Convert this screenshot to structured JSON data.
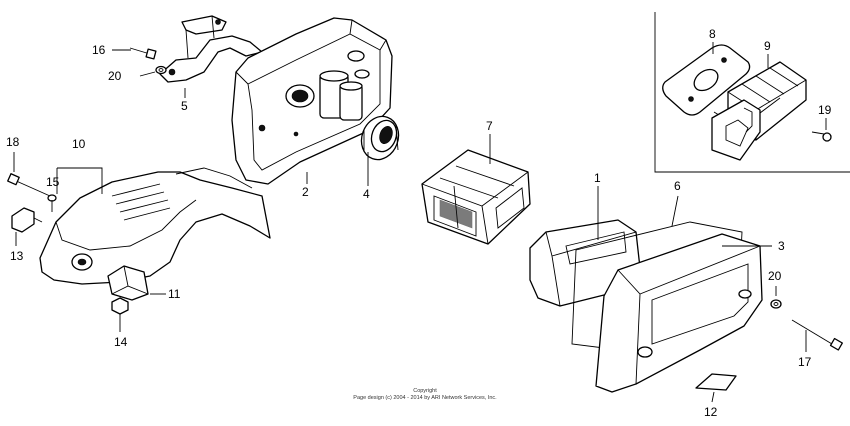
{
  "part_numbers": {
    "p1": "1",
    "p2": "2",
    "p3": "3",
    "p4": "4",
    "p5": "5",
    "p6": "6",
    "p7": "7",
    "p8": "8",
    "p9": "9",
    "p10": "10",
    "p11": "11",
    "p12": "12",
    "p13": "13",
    "p14": "14",
    "p15": "15",
    "p16": "16",
    "p17": "17",
    "p18": "18",
    "p19": "19",
    "p20a": "20",
    "p20b": "20"
  },
  "copyright": {
    "line1": "Copyright",
    "line2": "Page design (c) 2004 - 2014 by ARI Network Services, Inc."
  }
}
